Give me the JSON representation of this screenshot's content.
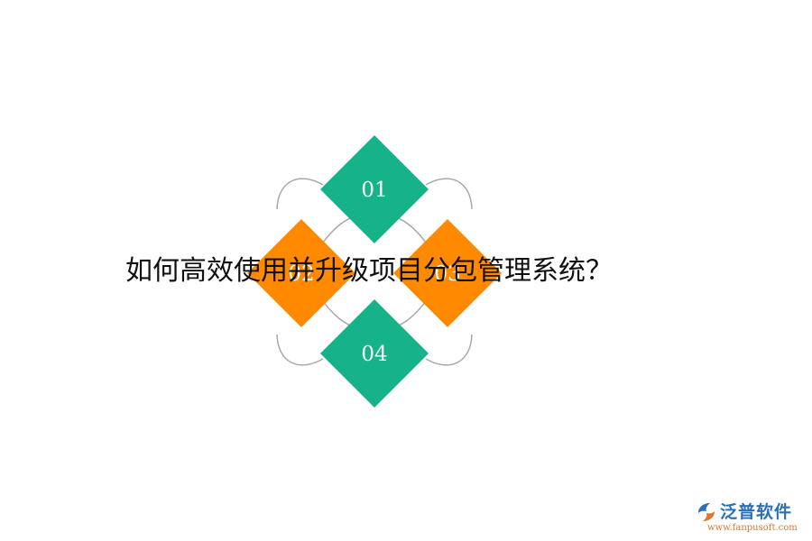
{
  "diagram": {
    "items": [
      {
        "label": "01",
        "color": "#16b38a"
      },
      {
        "label": "02",
        "color": "#ff8a00"
      },
      {
        "label": "03",
        "color": "#ff8a00"
      },
      {
        "label": "04",
        "color": "#16b38a"
      }
    ],
    "ring_color": "#a8a8a8",
    "label_color": "#ffffff"
  },
  "title": "如何高效使用并升级项目分包管理系统？",
  "logo": {
    "name": "泛普软件",
    "url": "www.fanpusoft.com",
    "brand_color": "#2b6fb6",
    "accent_color": "#e0762a"
  }
}
